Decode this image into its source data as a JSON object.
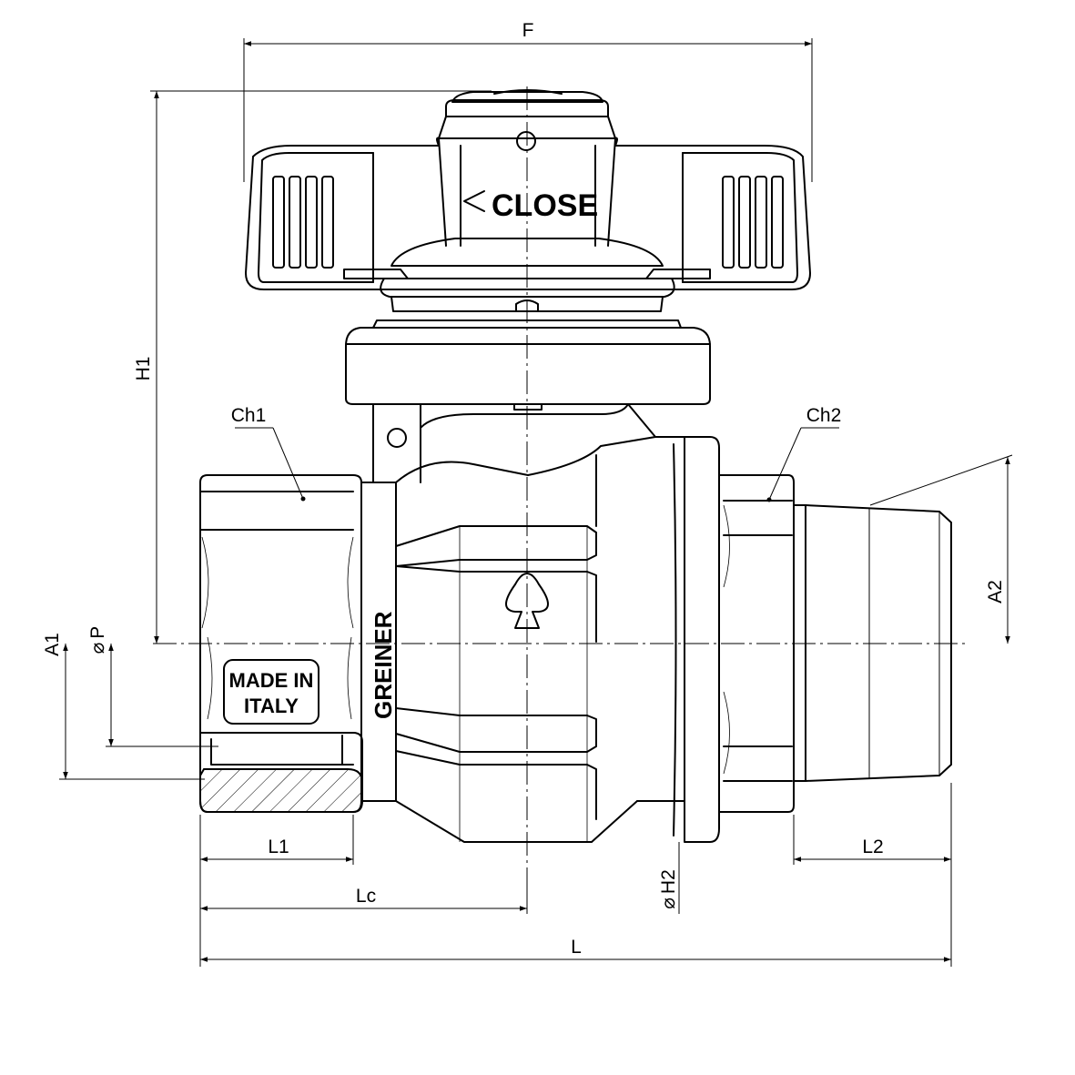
{
  "labels": {
    "F": "F",
    "H1": "H1",
    "Ch1": "Ch1",
    "Ch2": "Ch2",
    "A1": "A1",
    "P": "P",
    "A2": "A2",
    "L1": "L1",
    "Lc": "Lc",
    "L": "L",
    "L2": "L2",
    "H2": "H2",
    "diameter_symbol": "⌀"
  },
  "markings": {
    "close": "CLOSE",
    "brand": "GREINER",
    "origin_line1": "MADE IN",
    "origin_line2": "ITALY"
  }
}
